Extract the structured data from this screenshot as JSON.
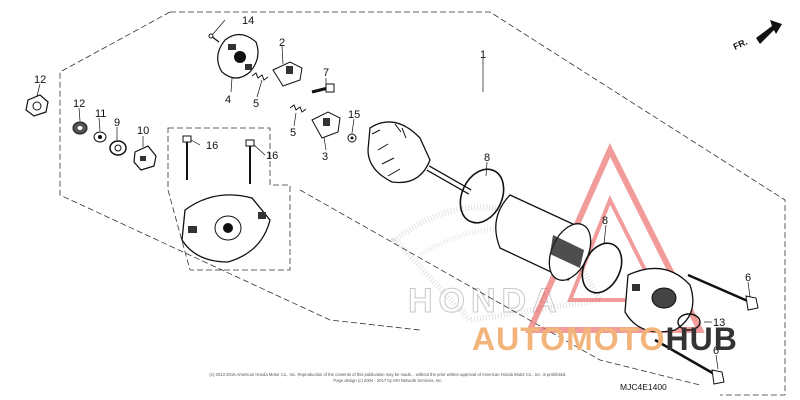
{
  "direction_label": "FR.",
  "diagram_code": "MJC4E1400",
  "copyright_lines": [
    "(c) 2013-2016 American Honda Motor Co., Inc. Reproduction of the contents of this publication may be made... without the prior written approval of American Honda Motor Co., Inc. is prohibited.",
    "Page design (c) 2004 - 2017 by ARI Network Services, Inc."
  ],
  "background_mark": "HONDA",
  "watermark": {
    "part1": "AUTOMOTO",
    "part2": "HUB",
    "color1": "#f3b47b",
    "color2": "#333333",
    "triangle_color": "#e85a5a"
  },
  "callouts": [
    {
      "id": "c14",
      "text": "14"
    },
    {
      "id": "c2",
      "text": "2"
    },
    {
      "id": "c1",
      "text": "1"
    },
    {
      "id": "c12a",
      "text": "12"
    },
    {
      "id": "c7",
      "text": "7"
    },
    {
      "id": "c4",
      "text": "4"
    },
    {
      "id": "c5a",
      "text": "5"
    },
    {
      "id": "c12b",
      "text": "12"
    },
    {
      "id": "c11",
      "text": "11"
    },
    {
      "id": "c9",
      "text": "9"
    },
    {
      "id": "c10",
      "text": "10"
    },
    {
      "id": "c15",
      "text": "15"
    },
    {
      "id": "c5b",
      "text": "5"
    },
    {
      "id": "c3",
      "text": "3"
    },
    {
      "id": "c16a",
      "text": "16"
    },
    {
      "id": "c16b",
      "text": "16"
    },
    {
      "id": "c8a",
      "text": "8"
    },
    {
      "id": "c8b",
      "text": "8"
    },
    {
      "id": "c6a",
      "text": "6"
    },
    {
      "id": "c13",
      "text": "13"
    },
    {
      "id": "c6b",
      "text": "6"
    }
  ]
}
